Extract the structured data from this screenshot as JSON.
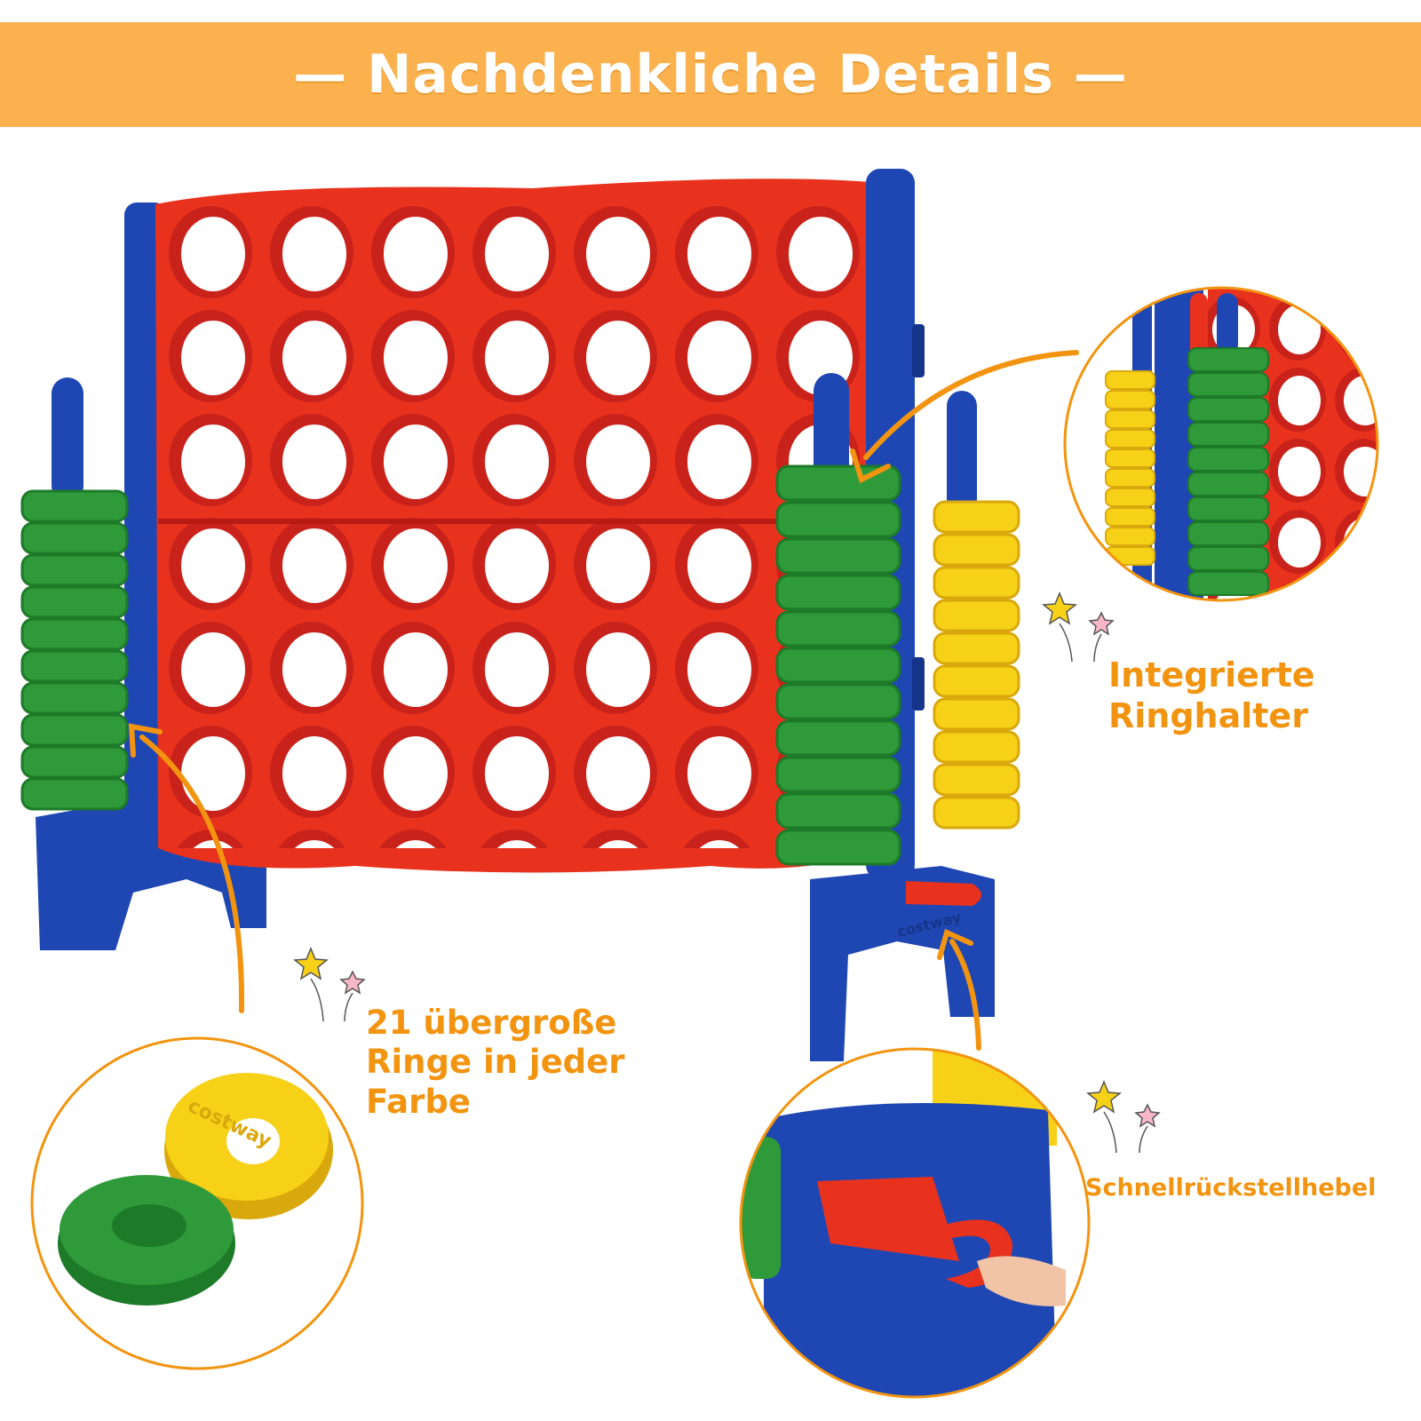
{
  "banner": {
    "title": "— Nachdenkliche Details —"
  },
  "callouts": {
    "ring_holder": {
      "lines": [
        "Integrierte",
        "Ringhalter"
      ]
    },
    "rings": {
      "lines": [
        "21 übergroße",
        "Ringe in jeder",
        "Farbe"
      ]
    },
    "lever": {
      "text": "Schnellrückstellhebel"
    }
  },
  "ring_logo": {
    "text": "costway"
  },
  "base_logo": {
    "text": "costway"
  },
  "colors": {
    "banner": "#fbb14e",
    "accent_text": "#f29410",
    "frame_red": "#e8321e",
    "frame_blue": "#1f47b3",
    "ring_green": "#2f9a3a",
    "ring_yellow": "#f7d117"
  }
}
